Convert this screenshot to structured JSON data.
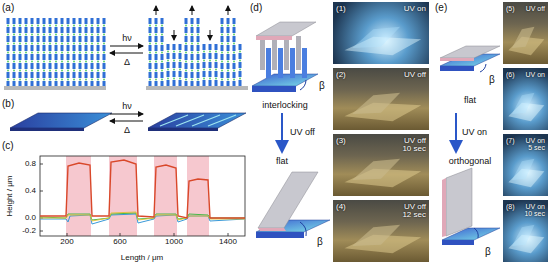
{
  "diagram": {
    "nodes": [
      {
        "text": [
          "(1)",
          "UV on"
        ]
      },
      {
        "text": [
          "(2)",
          "UV off"
        ]
      },
      {
        "text": [
          "(3)",
          "UV off 10 sec"
        ]
      },
      {
        "text": [
          "(4)",
          "UV off 12 sec"
        ]
      },
      {
        "text": [
          "(5)",
          "UV off"
        ]
      },
      {
        "text": [
          "(6)",
          "UV on"
        ]
      },
      {
        "text": [
          "(7)",
          "UV on 5 sec"
        ]
      },
      {
        "text": [
          "(8)",
          "UV on 10 sec"
        ]
      }
    ],
    "labels": [
      "(a)",
      "hν",
      "Δ",
      "(b)",
      "hν",
      "Δ",
      "(c)",
      "Height / μm",
      "0.8",
      "0.4",
      "0.0",
      "-0.2",
      "200",
      "600",
      "1000",
      "1400",
      "Length / μm",
      "(d)",
      "β",
      "interlocking",
      "UV off",
      "flat",
      "β",
      "(e)",
      "β",
      "flat",
      "UV on",
      "orthogonal",
      "β"
    ]
  }
}
